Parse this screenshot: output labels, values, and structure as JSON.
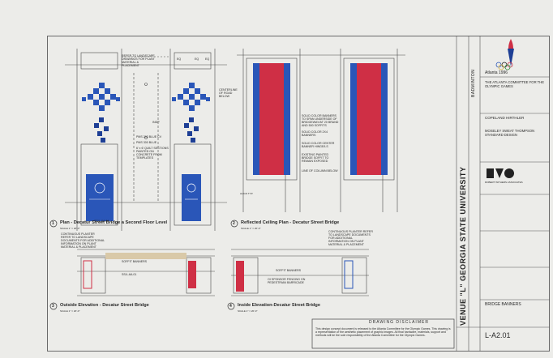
{
  "colors": {
    "blue": "#2a56b8",
    "navy": "#1e3f95",
    "red": "#cf2f45",
    "line": "#4a4a4a",
    "paper": "#ecece9"
  },
  "drawings": [
    {
      "num": "1",
      "title": "Plan - Decatur Street Bridge  a  Second Floor Level",
      "scale": "SCALE 1\" = 20'-0\""
    },
    {
      "num": "2",
      "title": "Reflected Ceiling Plan - Decatur Street Bridge",
      "scale": "SCALE 1\" = 20'-0\""
    },
    {
      "num": "3",
      "title": "Outside Elevation - Decatur Street Bridge",
      "scale": "SCALE 1\" = 20'-0\""
    },
    {
      "num": "4",
      "title": "Inside Elevation-Decatur Street Bridge",
      "scale": "SCALE 1\" = 20'-0\""
    }
  ],
  "plan_notes": [
    "REFER TO LANDSCAPE DRAWINGS FOR PLANT MATERIAL & PLACEMENT",
    "PMS 293 BLUE CV",
    "PMS 300 BLUE",
    "6' x 6' QUILT SECTIONS PAINTED ON CONCRETE FROM TEMPLATES",
    "SS/L-6A.01",
    "INDP",
    "CENTERLINE OF ROAD BELOW"
  ],
  "dims": [
    "EQ",
    "EQ",
    "EQ"
  ],
  "ceiling_notes": [
    "SOLID COLOR BANNERS TO SPAN UNDERSIDE OF BRIDGEWAY/AT 20 BRAND AND 500 SOFFITS",
    "SOLID COLOR 2X4 BANNERS",
    "SOLID COLOR CENTER BANNER HINGE/LS",
    "EXISTING PAINTED BRIDGE SOFFIT TO REMAIN EXPOSED",
    "LINE OF COLUMN BELOW",
    "ALIGN TYP."
  ],
  "elev_notes": [
    "CONTINUOUS PLANTER REFER TO LANDSCAPE DOCUMENTS FOR ADDITIONAL INFORMATION ON PLANT MATERIAL & PLACEMENT",
    "SS/L-6A.01",
    "SOFFIT BANNERS",
    "CIRCLE BANNERS",
    "OI SPONSOR FENCING ON PEDESTRIAN BARRICADE"
  ],
  "logo_text": "Atlanta 1996",
  "disclaimer": {
    "title": "DRAWING DISCLAIMER",
    "body": "This design concept document is released to the Atlanta Committee for the Olympic Games. This drawing is a representation of the aesthetic placement of graphic images. All final hardware, materials, support and methods will be the sole responsibility of the Atlanta Committee for the Olympic Games."
  },
  "title_block": {
    "org": "THE ATLANTA COMMITTEE FOR THE OLYMPIC GAMES",
    "firms": [
      "COPELAND HIRTHLER",
      "MOSELEY SWEAT THOMPSON STANDARD DESIGN",
      "ROBERT WITHERS ASSOCIATES"
    ],
    "venue": "VENUE \"L\" GEORGIA STATE UNIVERSITY",
    "sport": "BADMINTON",
    "sheet_title": "BRIDGE BANNERS",
    "sheet_no": "L-A2.01"
  }
}
